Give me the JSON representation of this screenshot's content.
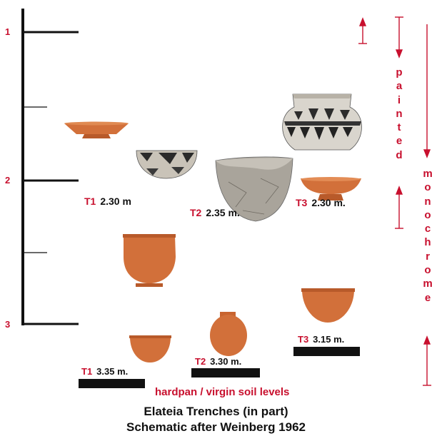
{
  "scale": {
    "ticks": [
      "1",
      "2",
      "3"
    ]
  },
  "labels": {
    "painted": [
      "p",
      "a",
      "i",
      "n",
      "t",
      "e",
      "d"
    ],
    "monochrome": [
      "m",
      "o",
      "n",
      "o",
      "c",
      "h",
      "r",
      "o",
      "m",
      "e"
    ]
  },
  "depths": {
    "t1_upper": {
      "trench": "T1",
      "depth": "2.30 m"
    },
    "t2_upper": {
      "trench": "T2",
      "depth": "2.35 m."
    },
    "t3_upper": {
      "trench": "T3",
      "depth": "2.30 m."
    },
    "t1_lower": {
      "trench": "T1",
      "depth": "3.35 m."
    },
    "t2_lower": {
      "trench": "T2",
      "depth": "3.30 m."
    },
    "t3_lower": {
      "trench": "T3",
      "depth": "3.15 m."
    }
  },
  "hardpan": "hardpan / virgin soil levels",
  "caption": {
    "line1": "Elateia Trenches (in part)",
    "line2": "Schematic after Weinberg 1962"
  },
  "colors": {
    "accent_red": "#c8102e",
    "pottery_orange": "#d2703a",
    "axis": "#111111"
  }
}
